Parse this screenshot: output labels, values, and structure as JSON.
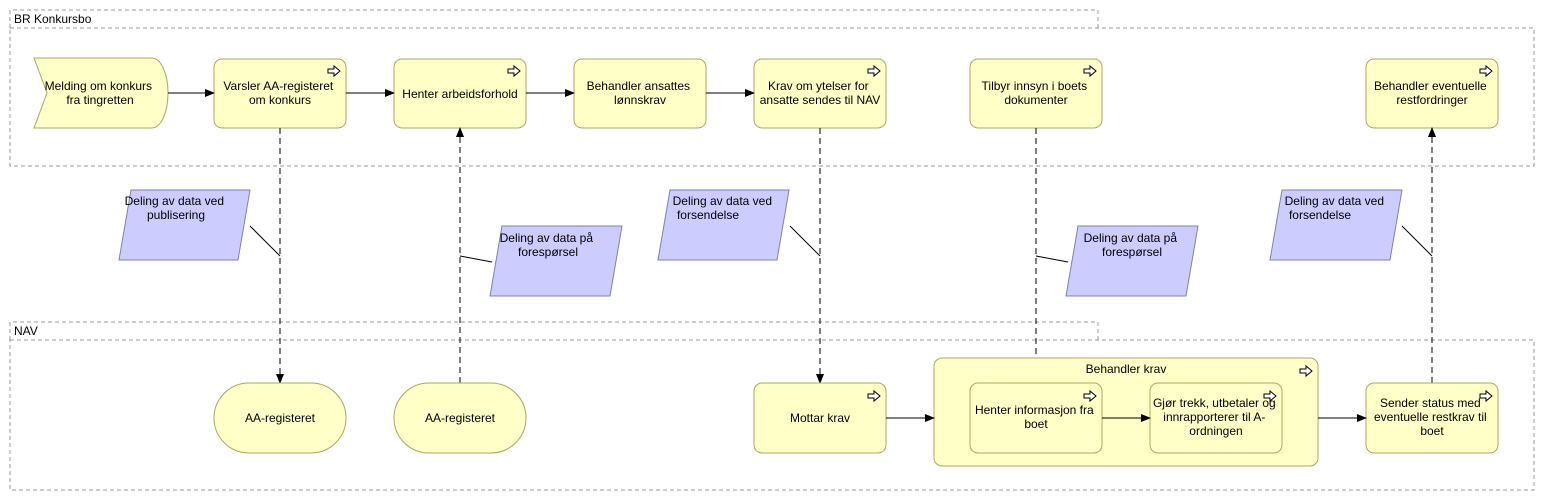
{
  "lanes": {
    "top": {
      "title": "BR Konkursbo"
    },
    "bottom": {
      "title": "NAV"
    }
  },
  "colors": {
    "process_fill": "#ffffc8",
    "process_stroke": "#a8a860",
    "data_fill": "#ccccff",
    "data_stroke": "#7f7fb0"
  },
  "top": {
    "event": "Melding om konkurs fra tingretten",
    "p1": "Varsler AA-registeret om konkurs",
    "p2": "Henter arbeidsforhold",
    "p3": "Behandler ansattes lønnskrav",
    "p4": "Krav om ytelser for ansatte sendes til NAV",
    "p5": "Tilbyr innsyn i boets dokumenter",
    "p6": "Behandler eventuelle restfordringer"
  },
  "data_objects": {
    "d1": "Deling av data ved publisering",
    "d2": "Deling av data på forespørsel",
    "d3": "Deling av data ved forsendelse",
    "d4": "Deling av data på forespørsel",
    "d5": "Deling av data ved forsendelse"
  },
  "bottom": {
    "reg1": "AA-registeret",
    "reg2": "AA-registeret",
    "mottar": "Mottar krav",
    "behandler": "Behandler krav",
    "henter": "Henter informasjon fra boet",
    "gjor": "Gjør trekk, utbetaler og innrapporterer til A-ordningen",
    "sender": "Sender status med eventuelle restkrav til boet"
  },
  "icons": {
    "subprocess": "arrow-right-outline-icon"
  }
}
